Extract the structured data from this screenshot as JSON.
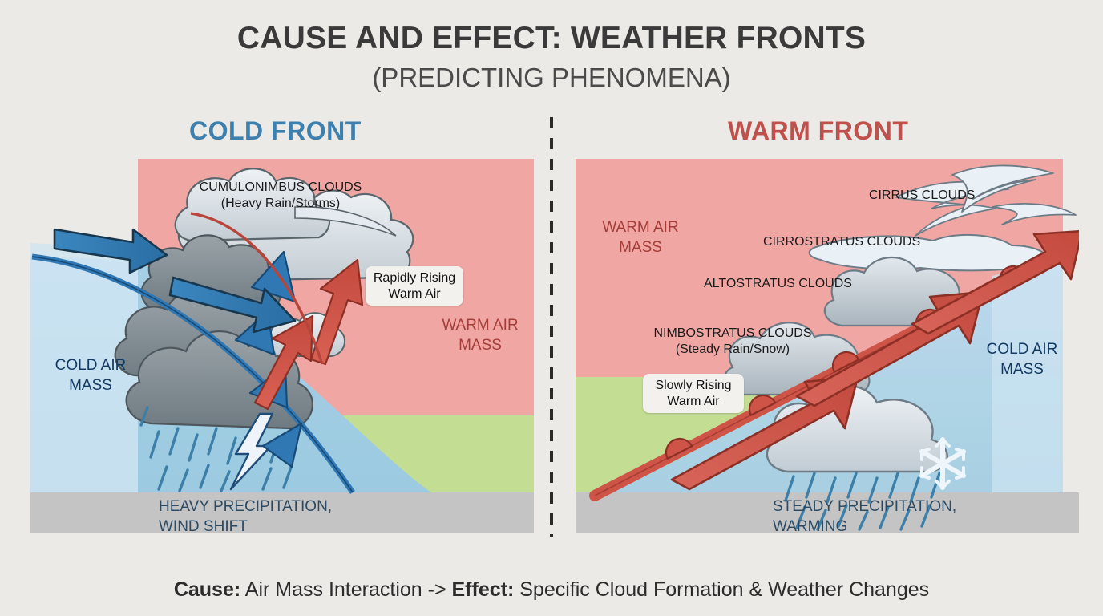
{
  "header": {
    "title": "CAUSE AND EFFECT: WEATHER FRONTS",
    "subtitle": "(PREDICTING PHENOMENA)"
  },
  "caption": {
    "cause_label": "Cause:",
    "cause_text": " Air Mass Interaction -> ",
    "effect_label": "Effect:",
    "effect_text": " Specific Cloud Formation & Weather Changes"
  },
  "cold_front": {
    "heading": "COLD FRONT",
    "heading_color": "#3d7fad",
    "cloud_label_line1": "CUMULONIMBUS CLOUDS",
    "cloud_label_line2": "(Heavy Rain/Storms)",
    "callout_line1": "Rapidly Rising",
    "callout_line2": "Warm Air",
    "cold_air_line1": "COLD AIR",
    "cold_air_line2": "MASS",
    "warm_air_line1": "WARM AIR",
    "warm_air_line2": "MASS",
    "bottom_line1": "HEAVY PRECIPITATION,",
    "bottom_line2": "WIND SHIFT",
    "icons": [
      "lightning-bolt-icon",
      "rain-streaks-icon",
      "cumulonimbus-cloud-icon",
      "cold-front-barb-icon",
      "blue-wind-arrow-icon",
      "red-rising-arrow-icon"
    ]
  },
  "warm_front": {
    "heading": "WARM FRONT",
    "heading_color": "#c0504b",
    "cirrus_label": "CIRRUS CLOUDS",
    "cirrostratus_label": "CIRROSTRATUS CLOUDS",
    "altostratus_label": "ALTOSTRATUS CLOUDS",
    "nimbostratus_line1": "NIMBOSTRATUS CLOUDS",
    "nimbostratus_line2": "(Steady Rain/Snow)",
    "callout_line1": "Slowly Rising",
    "callout_line2": "Warm Air",
    "warm_air_line1": "WARM AIR",
    "warm_air_line2": "MASS",
    "cold_air_line1": "COLD AIR",
    "cold_air_line2": "MASS",
    "bottom_line1": "STEADY PRECIPITATION,",
    "bottom_line2": "WARMING",
    "icons": [
      "snowflake-icon",
      "rain-streaks-icon",
      "nimbostratus-cloud-icon",
      "warm-front-semicircle-icon",
      "red-rising-arrow-icon",
      "cirrus-wisp-icon"
    ]
  },
  "colors": {
    "warm_air": "#f0a7a4",
    "cold_air": "#aed8ed",
    "ground": "#c4c4c4",
    "grass": "#c3dd93",
    "cold_front_blue": "#2f78b4",
    "warm_front_red": "#cf5448",
    "background": "#ebeae7"
  }
}
